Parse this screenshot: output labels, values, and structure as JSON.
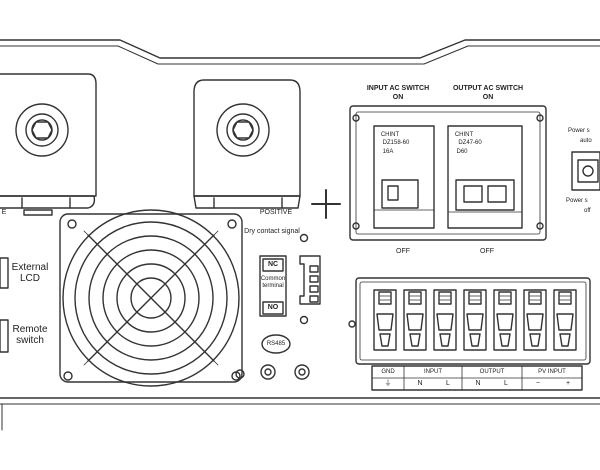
{
  "panel": {
    "input_switch": {
      "title": "INPUT AC SWITCH",
      "state_top": "ON",
      "state_bottom": "OFF",
      "brand": "CHINT",
      "model": "DZ158-60",
      "rating": "16A"
    },
    "output_switch": {
      "title": "OUTPUT AC SWITCH",
      "state_top": "ON",
      "state_bottom": "OFF",
      "brand": "CHINT",
      "model": "DZ47-60",
      "rating": "D60"
    },
    "dry_contact": {
      "title": "Dry contact signal",
      "nc": "NC",
      "common": "Common terminal",
      "no": "NO"
    },
    "ports": {
      "external_lcd": "External LCD",
      "remote_switch": "Remote switch"
    },
    "power_saving": {
      "line1": "Power s",
      "line2": "auto",
      "line3": "Power s",
      "line4": "off"
    },
    "terminal_labels": [
      "GND",
      "INPUT",
      "OUTPUT",
      "PV INPUT"
    ],
    "terminal_sublabels": [
      "⏚",
      "N",
      "L",
      "N",
      "L",
      "−",
      "+"
    ],
    "pos_label": "POSITIVE",
    "neg_label": "E",
    "usb_label": "RS485",
    "plus_symbol": "+"
  }
}
